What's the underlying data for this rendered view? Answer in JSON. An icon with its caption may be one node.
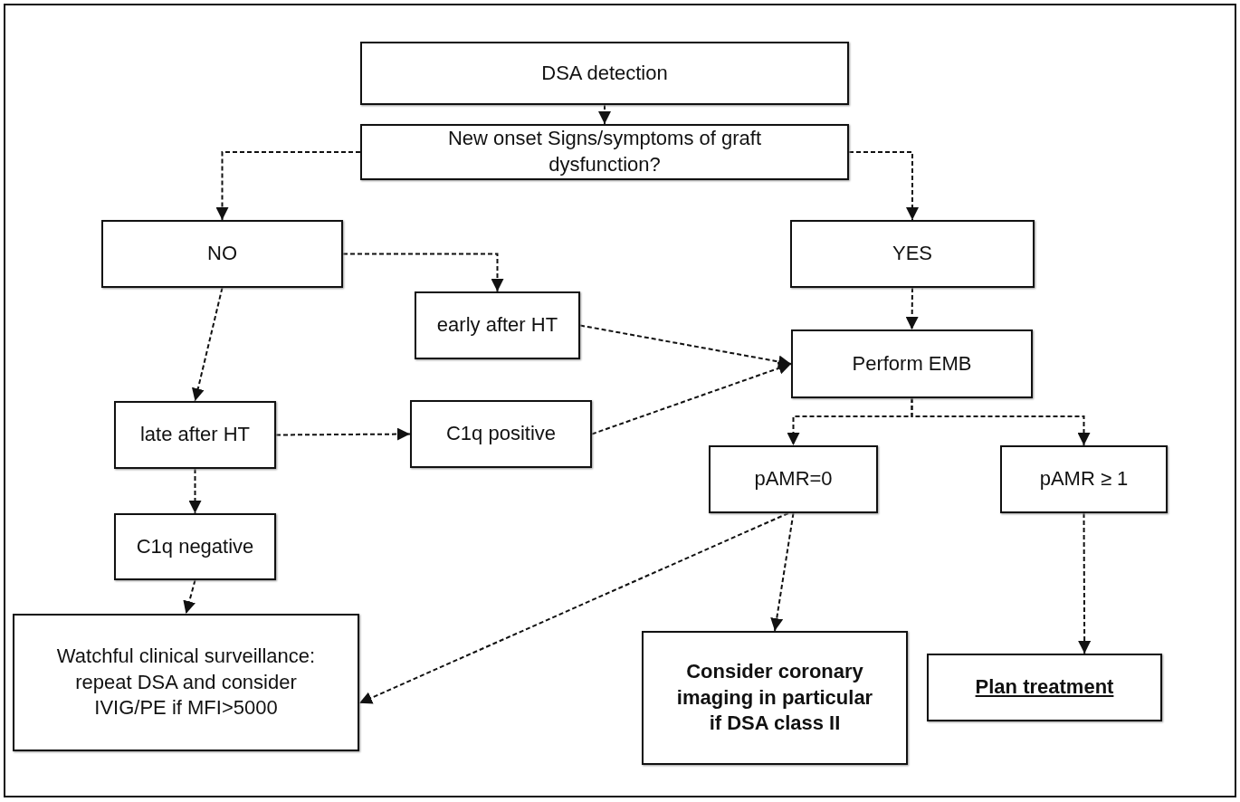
{
  "diagram": {
    "nodes": [
      {
        "text": [
          "DSA detection"
        ]
      },
      {
        "text": [
          "New onset Signs/symptoms of graft dysfunction?"
        ]
      },
      {
        "text": [
          "NO"
        ]
      },
      {
        "text": [
          "YES"
        ]
      },
      {
        "text": [
          "early after HT"
        ]
      },
      {
        "text": [
          "Perform EMB"
        ]
      },
      {
        "text": [
          "late after HT"
        ]
      },
      {
        "text": [
          "C1q positive"
        ]
      },
      {
        "text": [
          "pAMR=0"
        ]
      },
      {
        "text": [
          "pAMR ≥ 1"
        ]
      },
      {
        "text": [
          "C1q negative"
        ]
      },
      {
        "text": [
          "Watchful clinical surveillance: repeat DSA and consider IVIG/PE if MFI>5000"
        ]
      },
      {
        "text": [
          "Consider coronary imaging in particular if DSA class II"
        ]
      },
      {
        "text": [
          "Plan treatment"
        ]
      }
    ],
    "edges": [
      {
        "from": 0,
        "to": 1,
        "arrow": "to"
      },
      {
        "from": 1,
        "to": 2,
        "arrow": "to"
      },
      {
        "from": 1,
        "to": 3,
        "arrow": "to"
      },
      {
        "from": 2,
        "to": 4,
        "arrow": "to"
      },
      {
        "from": 2,
        "to": 6,
        "arrow": "to"
      },
      {
        "from": 3,
        "to": 5,
        "arrow": "to"
      },
      {
        "from": 4,
        "to": 5,
        "arrow": "to"
      },
      {
        "from": 7,
        "to": 5,
        "arrow": "to"
      },
      {
        "from": 6,
        "to": 7,
        "arrow": "to"
      },
      {
        "from": 6,
        "to": 10,
        "arrow": "to"
      },
      {
        "from": 10,
        "to": 11,
        "arrow": "to"
      },
      {
        "from": 5,
        "to": 8,
        "arrow": "to"
      },
      {
        "from": 5,
        "to": 9,
        "arrow": "to"
      },
      {
        "from": 8,
        "to": 12,
        "arrow": "to"
      },
      {
        "from": 8,
        "to": 11,
        "arrow": "to"
      },
      {
        "from": 9,
        "to": 13,
        "arrow": "to"
      }
    ]
  }
}
